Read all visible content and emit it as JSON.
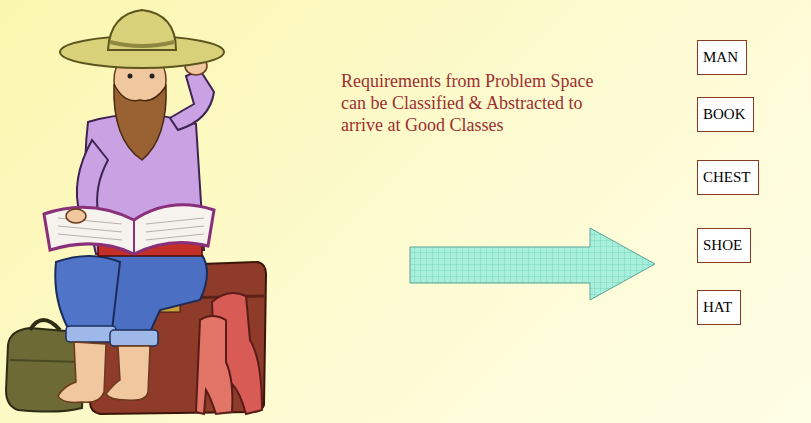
{
  "diagram": {
    "nodes": [
      {
        "text": [
          "MAN"
        ]
      },
      {
        "text": [
          "BOOK"
        ]
      },
      {
        "text": [
          "CHEST"
        ]
      },
      {
        "text": [
          "SHOE"
        ]
      },
      {
        "text": [
          "HAT"
        ]
      }
    ],
    "labels": [
      "Requirements from Problem Space can be Classified & Abstracted to arrive at Good Classes"
    ]
  }
}
